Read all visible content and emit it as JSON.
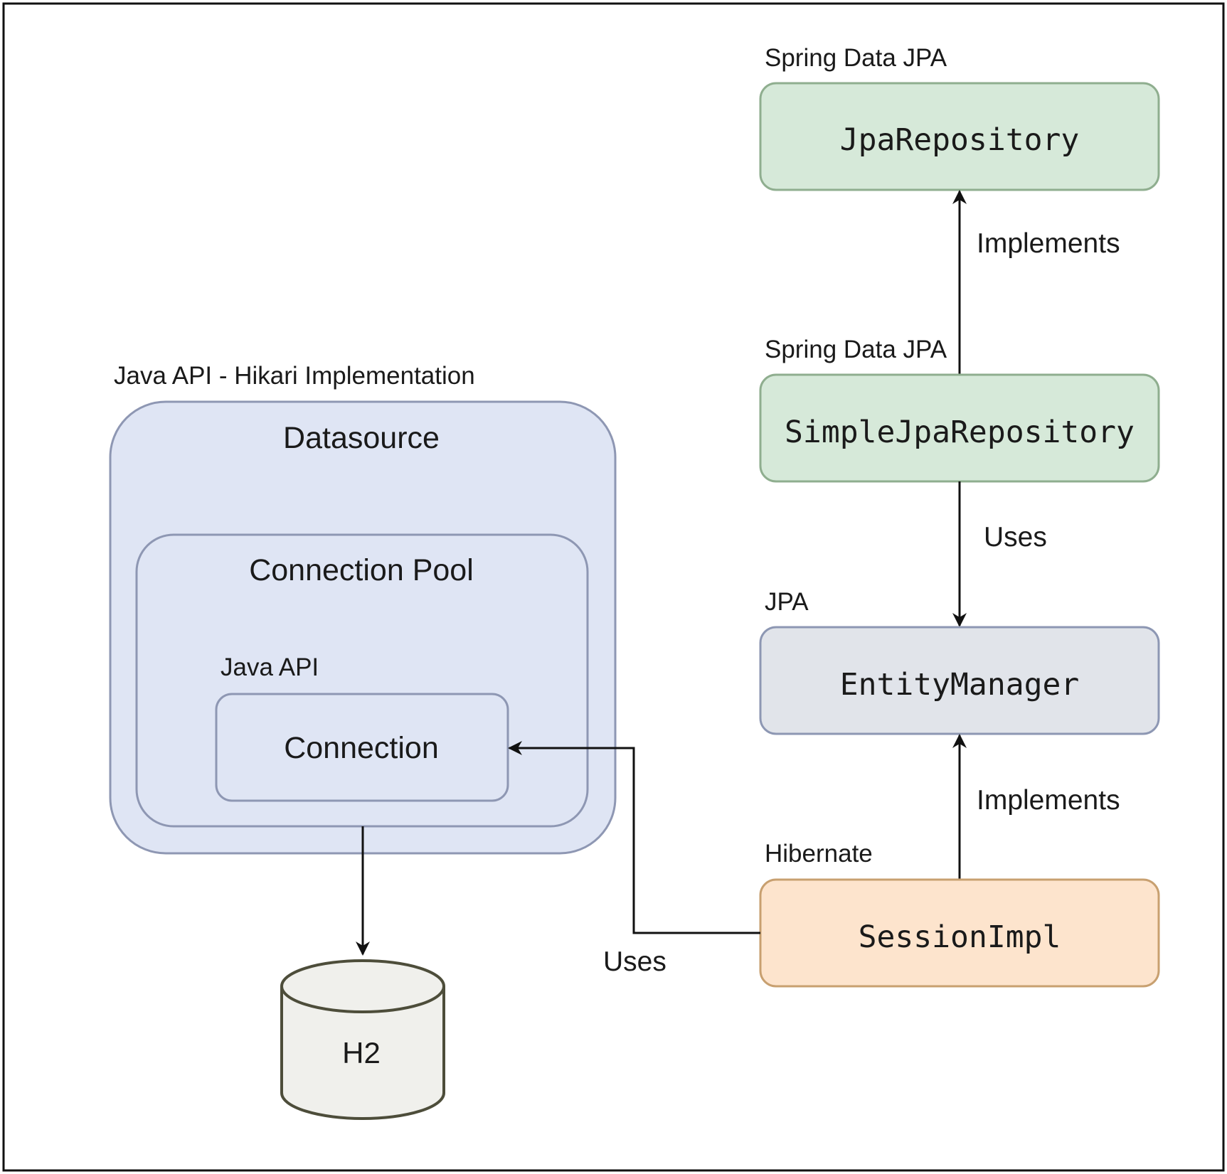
{
  "captions": {
    "datasource_group": "Java API - Hikari Implementation",
    "connection_group": "Java API",
    "jpa_repository": "Spring Data JPA",
    "simple_jpa_repository": "Spring Data JPA",
    "entity_manager": "JPA",
    "session_impl": "Hibernate"
  },
  "nodes": {
    "datasource": "Datasource",
    "connection_pool": "Connection Pool",
    "connection": "Connection",
    "database": "H2",
    "jpa_repository": "JpaRepository",
    "simple_jpa_repository": "SimpleJpaRepository",
    "entity_manager": "EntityManager",
    "session_impl": "SessionImpl"
  },
  "edges": {
    "simple_implements_jpa": "Implements",
    "simple_uses_entity_manager": "Uses",
    "session_implements_entity_manager": "Implements",
    "session_uses_connection": "Uses"
  },
  "colors": {
    "datasource_fill": "#dfe5f4",
    "datasource_stroke": "#8e97b3",
    "spring_fill": "#d6e9d9",
    "spring_stroke": "#8fae8f",
    "jpa_fill": "#e1e4ea",
    "jpa_stroke": "#8d97b3",
    "hibernate_fill": "#fde4cd",
    "hibernate_stroke": "#c8a070",
    "database_fill": "#f0f0ec",
    "database_stroke": "#4d4d3a",
    "line": "#111111"
  }
}
